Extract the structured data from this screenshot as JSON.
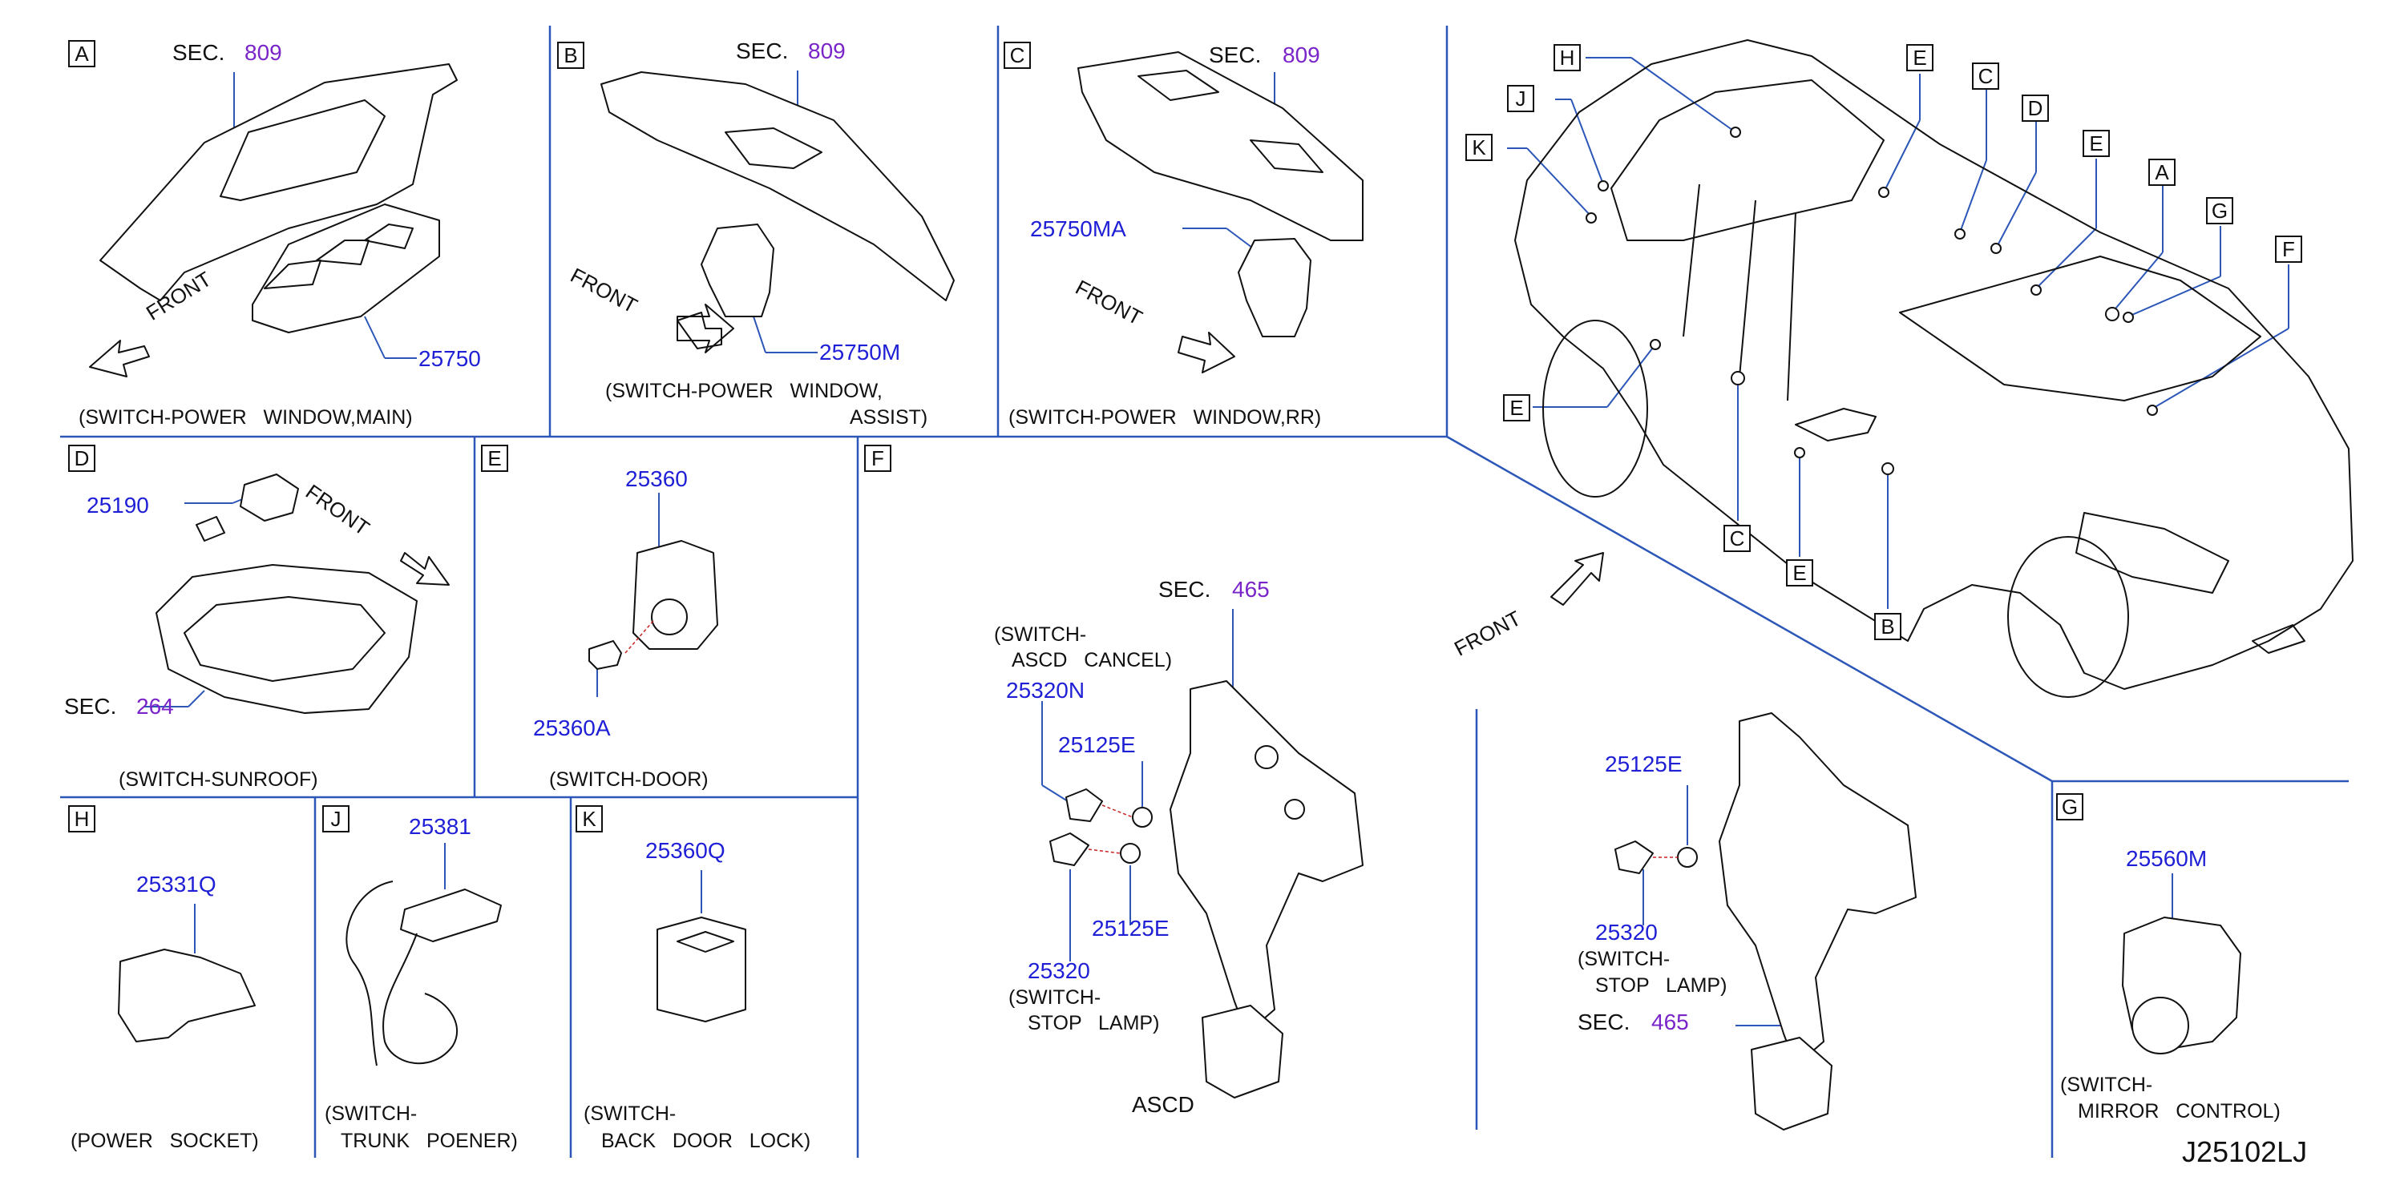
{
  "panels": {
    "A": {
      "letter": "A",
      "sec_label": "SEC.",
      "sec_num": "809",
      "part": "25750",
      "front": "FRONT",
      "caption": "(SWITCH-POWER   WINDOW,MAIN)"
    },
    "B": {
      "letter": "B",
      "sec_label": "SEC.",
      "sec_num": "809",
      "part": "25750M",
      "front": "FRONT",
      "caption1": "(SWITCH-POWER   WINDOW,",
      "caption2": "ASSIST)"
    },
    "C": {
      "letter": "C",
      "sec_label": "SEC.",
      "sec_num": "809",
      "part": "25750MA",
      "front": "FRONT",
      "caption": "(SWITCH-POWER   WINDOW,RR)"
    },
    "D": {
      "letter": "D",
      "part": "25190",
      "front": "FRONT",
      "sec_label": "SEC.",
      "sec_num": "264",
      "caption": "(SWITCH-SUNROOF)"
    },
    "E": {
      "letter": "E",
      "part1": "25360",
      "part2": "25360A",
      "caption": "(SWITCH-DOOR)"
    },
    "F": {
      "letter": "F",
      "sec_label": "SEC.",
      "sec_num": "465",
      "cancel1": "(SWITCH-",
      "cancel2": "ASCD   CANCEL)",
      "part_cancel": "25320N",
      "part_nut1": "25125E",
      "part_nut2": "25125E",
      "part_stop": "25320",
      "stop1": "(SWITCH-",
      "stop2": "STOP   LAMP)",
      "ascd": "ASCD",
      "part_nut3": "25125E",
      "part_stop2": "25320",
      "stop3": "(SWITCH-",
      "stop4": "STOP   LAMP)",
      "sec_label2": "SEC.",
      "sec_num2": "465"
    },
    "G": {
      "letter": "G",
      "part": "25560M",
      "caption1": "(SWITCH-",
      "caption2": "MIRROR   CONTROL)"
    },
    "H": {
      "letter": "H",
      "part": "25331Q",
      "caption": "(POWER   SOCKET)"
    },
    "J": {
      "letter": "J",
      "part": "25381",
      "caption1": "(SWITCH-",
      "caption2": "TRUNK   POENER)"
    },
    "K": {
      "letter": "K",
      "part": "25360Q",
      "caption1": "(SWITCH-",
      "caption2": "BACK   DOOR   LOCK)"
    }
  },
  "vehicle": {
    "front": "FRONT",
    "callouts": [
      "H",
      "J",
      "K",
      "E",
      "C",
      "D",
      "E",
      "A",
      "G",
      "F",
      "E",
      "C",
      "E",
      "B"
    ]
  },
  "diagram_code": "J25102LJ",
  "colors": {
    "line": "#111111",
    "leader": "#2c57b8",
    "part_number": "#1f1fd6",
    "section_number": "#7a25c9"
  }
}
